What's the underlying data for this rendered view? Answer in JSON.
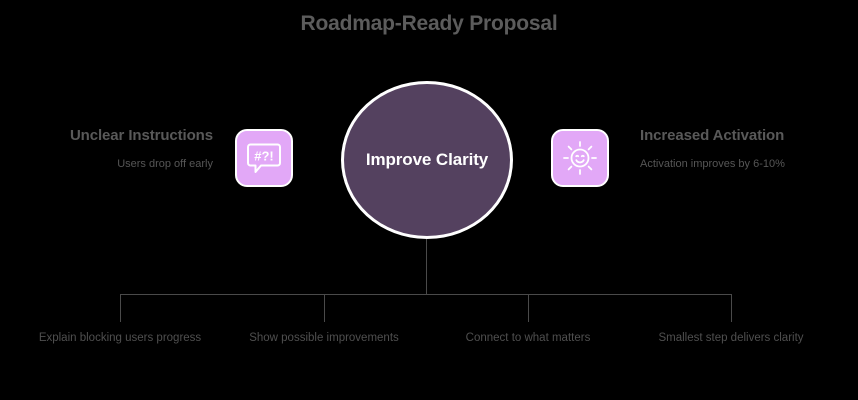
{
  "title": "Roadmap-Ready Proposal",
  "center": {
    "label": "Improve Clarity",
    "fill_color": "#54415f",
    "text_color": "#ffffff"
  },
  "sides": {
    "left": {
      "heading": "Unclear Instructions",
      "subtext": "Users drop off early",
      "icon": "speech-bubble-grawlix-icon",
      "icon_glyph": "#?!",
      "badge_color": "#e2a8f7"
    },
    "right": {
      "heading": "Increased Activation",
      "subtext": "Activation improves by 6-10%",
      "icon": "smiling-sun-icon",
      "badge_color": "#e2a8f7"
    }
  },
  "branches": [
    {
      "label": "Explain blocking users progress"
    },
    {
      "label": "Show possible improvements"
    },
    {
      "label": "Connect to what matters"
    },
    {
      "label": "Smallest step delivers clarity"
    }
  ],
  "colors": {
    "background": "#000000",
    "title_text": "#5c5c5c",
    "body_text": "#4f4f4f",
    "connector": "#4a4a4a",
    "accent_purple": "#e2a8f7",
    "accent_dark_purple": "#54415f"
  }
}
